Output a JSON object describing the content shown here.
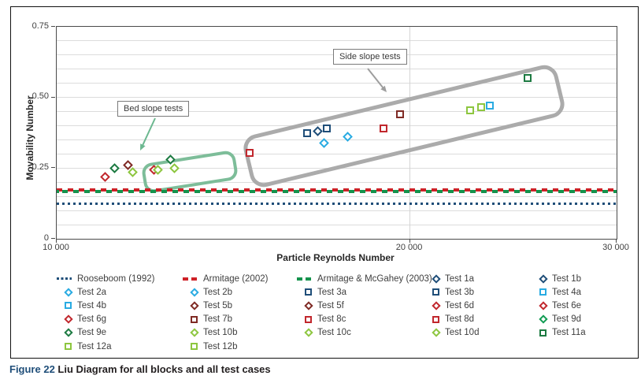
{
  "figure": {
    "caption_label": "Figure 22",
    "caption_text": "Liu Diagram for all blocks and all test cases"
  },
  "axes": {
    "x": {
      "title": "Particle Reynolds Number",
      "scale": "log",
      "min": 10000,
      "max": 30000,
      "ticks": [
        "10 000",
        "20 000",
        "30 000"
      ],
      "tick_values": [
        10000,
        20000,
        30000
      ]
    },
    "y": {
      "title": "Movability Number",
      "min": 0,
      "max": 0.75,
      "ticks": [
        "0",
        "0.25",
        "0.50",
        "0.75"
      ],
      "tick_values": [
        0,
        0.25,
        0.5,
        0.75
      ],
      "minor_grid_step": 0.05
    }
  },
  "annotations": {
    "bed": {
      "label": "Bed slope tests"
    },
    "side": {
      "label": "Side slope tests"
    }
  },
  "colors": {
    "navy": "#1f4e79",
    "cyan": "#29abe2",
    "red": "#c1272d",
    "darkred": "#7f2a24",
    "green": "#129c53",
    "darkgreen": "#1c7a41",
    "yellowgreen": "#8dc63f",
    "rooseboom_line": "#1f4e79",
    "armitage_line": "#ce2127",
    "mcgahey_line": "#15934d",
    "bed_annotation": "#7dbd99",
    "side_annotation": "#ababab",
    "caption_accent": "#1f4e79"
  },
  "legend": {
    "columns": [
      [
        {
          "label": "Rooseboom (1992)",
          "marker": "line-dotted",
          "color": "navy"
        },
        {
          "label": "Test 2a",
          "marker": "diamond",
          "color": "cyan"
        },
        {
          "label": "Test 4b",
          "marker": "square",
          "color": "cyan"
        },
        {
          "label": "Test 6g",
          "marker": "diamond",
          "color": "red"
        },
        {
          "label": "Test 9e",
          "marker": "diamond",
          "color": "darkgreen"
        },
        {
          "label": "Test 12a",
          "marker": "square",
          "color": "yellowgreen"
        }
      ],
      [
        {
          "label": "Armitage (2002)",
          "marker": "line-dashed",
          "color": "red"
        },
        {
          "label": "Test 2b",
          "marker": "diamond",
          "color": "cyan"
        },
        {
          "label": "Test 5b",
          "marker": "diamond",
          "color": "darkred"
        },
        {
          "label": "Test 7b",
          "marker": "square",
          "color": "darkred"
        },
        {
          "label": "Test 10b",
          "marker": "diamond",
          "color": "yellowgreen"
        },
        {
          "label": "Test 12b",
          "marker": "square",
          "color": "yellowgreen"
        }
      ],
      [
        {
          "label": "Armitage & McGahey (2003)",
          "marker": "line-dashed",
          "color": "green"
        },
        {
          "label": "Test 3a",
          "marker": "square",
          "color": "navy"
        },
        {
          "label": "Test 5f",
          "marker": "diamond",
          "color": "darkred"
        },
        {
          "label": "Test 8c",
          "marker": "square",
          "color": "red"
        },
        {
          "label": "Test 10c",
          "marker": "diamond",
          "color": "yellowgreen"
        }
      ],
      [
        {
          "label": "Test 1a",
          "marker": "diamond",
          "color": "navy"
        },
        {
          "label": "Test 3b",
          "marker": "square",
          "color": "navy"
        },
        {
          "label": "Test 6d",
          "marker": "diamond",
          "color": "red"
        },
        {
          "label": "Test 8d",
          "marker": "square",
          "color": "red"
        },
        {
          "label": "Test 10d",
          "marker": "diamond",
          "color": "yellowgreen"
        }
      ],
      [
        {
          "label": "Test 1b",
          "marker": "diamond",
          "color": "navy"
        },
        {
          "label": "Test 4a",
          "marker": "square",
          "color": "cyan"
        },
        {
          "label": "Test 6e",
          "marker": "diamond",
          "color": "red"
        },
        {
          "label": "Test 9d",
          "marker": "diamond",
          "color": "green"
        },
        {
          "label": "Test 11a",
          "marker": "square",
          "color": "darkgreen"
        }
      ]
    ]
  },
  "chart_data": {
    "type": "scatter",
    "title": "",
    "xlabel": "Particle Reynolds Number",
    "ylabel": "Movability Number",
    "x_scale": "log",
    "xlim": [
      10000,
      30000
    ],
    "ylim": [
      0,
      0.75
    ],
    "grid": "minor horizontal every 0.05; vertical at 20 000",
    "legend_position": "below plot, 5 columns",
    "reference_lines": [
      {
        "name": "Rooseboom (1992)",
        "value": 0.125,
        "style": "dotted",
        "color": "navy"
      },
      {
        "name": "Armitage (2002)",
        "value": 0.173,
        "style": "dashed",
        "color": "red"
      },
      {
        "name": "Armitage & McGahey (2003)",
        "value": 0.166,
        "style": "dashed",
        "color": "green"
      }
    ],
    "groups": [
      {
        "name": "Bed slope tests",
        "points": [
          {
            "x": 11000,
            "y": 0.22,
            "marker": "diamond",
            "color": "red"
          },
          {
            "x": 11200,
            "y": 0.25,
            "marker": "diamond",
            "color": "darkgreen"
          },
          {
            "x": 11500,
            "y": 0.26,
            "marker": "diamond",
            "color": "darkred"
          },
          {
            "x": 11600,
            "y": 0.235,
            "marker": "diamond",
            "color": "yellowgreen"
          },
          {
            "x": 12100,
            "y": 0.245,
            "marker": "diamond",
            "color": "red"
          },
          {
            "x": 12200,
            "y": 0.245,
            "marker": "diamond",
            "color": "yellowgreen"
          },
          {
            "x": 12500,
            "y": 0.28,
            "marker": "diamond",
            "color": "darkgreen"
          },
          {
            "x": 12600,
            "y": 0.25,
            "marker": "diamond",
            "color": "yellowgreen"
          }
        ]
      },
      {
        "name": "Side slope tests",
        "points": [
          {
            "x": 14600,
            "y": 0.305,
            "marker": "square",
            "color": "red"
          },
          {
            "x": 16350,
            "y": 0.375,
            "marker": "square",
            "color": "navy"
          },
          {
            "x": 16700,
            "y": 0.38,
            "marker": "diamond",
            "color": "navy"
          },
          {
            "x": 17000,
            "y": 0.39,
            "marker": "square",
            "color": "navy"
          },
          {
            "x": 16900,
            "y": 0.34,
            "marker": "diamond",
            "color": "cyan"
          },
          {
            "x": 17700,
            "y": 0.36,
            "marker": "diamond",
            "color": "cyan"
          },
          {
            "x": 19000,
            "y": 0.39,
            "marker": "square",
            "color": "red"
          },
          {
            "x": 19600,
            "y": 0.44,
            "marker": "square",
            "color": "darkred"
          },
          {
            "x": 22500,
            "y": 0.455,
            "marker": "square",
            "color": "yellowgreen"
          },
          {
            "x": 23000,
            "y": 0.465,
            "marker": "square",
            "color": "yellowgreen"
          },
          {
            "x": 23400,
            "y": 0.47,
            "marker": "square",
            "color": "cyan"
          },
          {
            "x": 25200,
            "y": 0.57,
            "marker": "square",
            "color": "darkgreen"
          }
        ]
      }
    ]
  }
}
